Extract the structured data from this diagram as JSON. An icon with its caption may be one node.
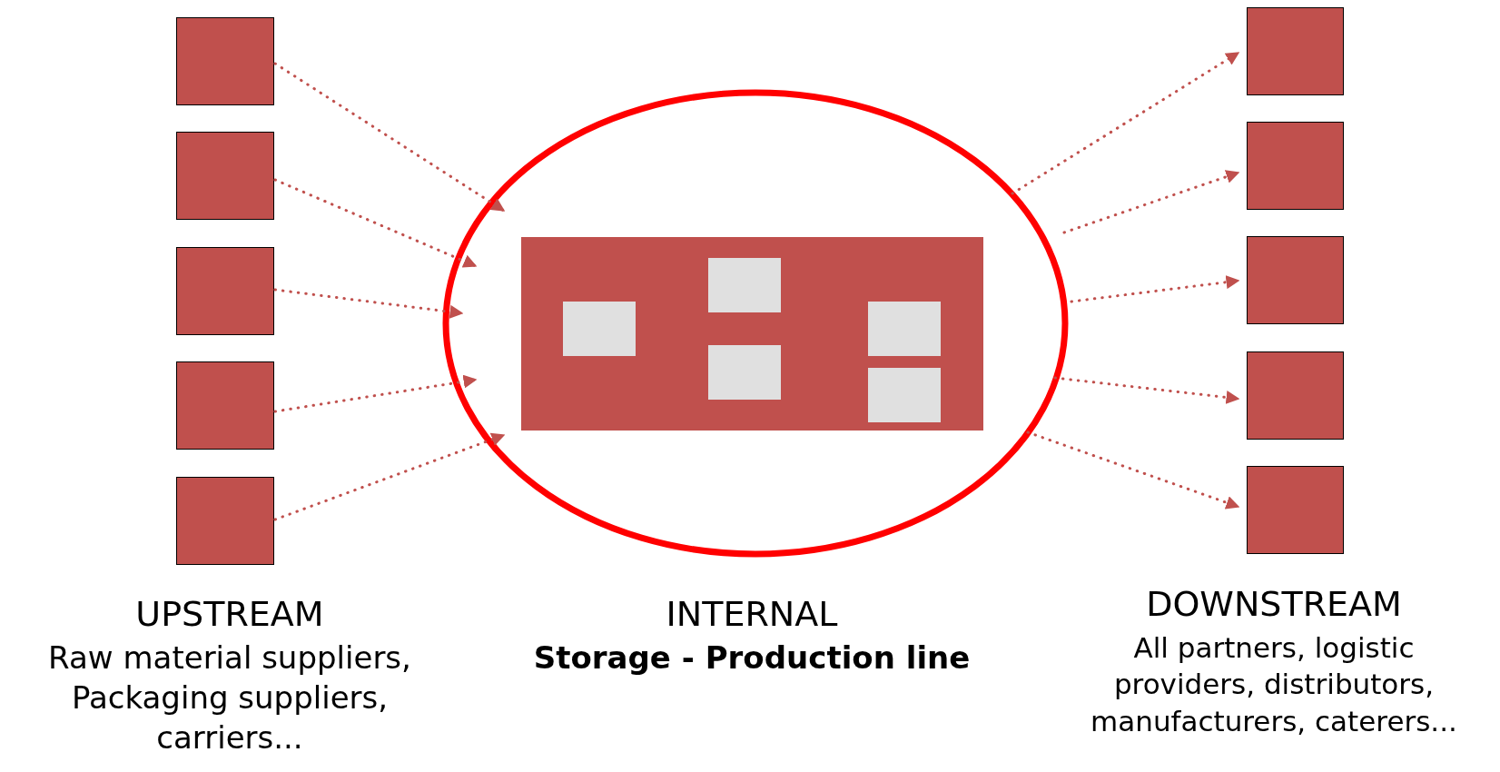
{
  "diagram": {
    "nodes": [
      {
        "text": [],
        "shape": "box"
      },
      {
        "text": [],
        "shape": "box"
      },
      {
        "text": [],
        "shape": "box"
      },
      {
        "text": [],
        "shape": "box"
      },
      {
        "text": [],
        "shape": "box"
      },
      {
        "text": [],
        "shape": "circle"
      },
      {
        "text": [],
        "shape": "box",
        "in": 5
      },
      {
        "text": [],
        "shape": "box",
        "in": 6
      },
      {
        "text": [],
        "shape": "box",
        "in": 6
      },
      {
        "text": [],
        "shape": "box",
        "in": 6
      },
      {
        "text": [],
        "shape": "box",
        "in": 6
      },
      {
        "text": [],
        "shape": "box",
        "in": 6
      },
      {
        "text": [],
        "shape": "box"
      },
      {
        "text": [],
        "shape": "box"
      },
      {
        "text": [],
        "shape": "box"
      },
      {
        "text": [],
        "shape": "box"
      },
      {
        "text": [],
        "shape": "box"
      }
    ],
    "edges": [
      {
        "from": 0,
        "to": 5,
        "arrow": "to",
        "style": "dashed"
      },
      {
        "from": 1,
        "to": 5,
        "arrow": "to",
        "style": "dashed"
      },
      {
        "from": 2,
        "to": 5,
        "arrow": "to",
        "style": "dashed"
      },
      {
        "from": 3,
        "to": 5,
        "arrow": "to",
        "style": "dashed"
      },
      {
        "from": 4,
        "to": 5,
        "arrow": "to",
        "style": "dashed"
      },
      {
        "from": 5,
        "to": 12,
        "arrow": "to",
        "style": "dashed"
      },
      {
        "from": 5,
        "to": 13,
        "arrow": "to",
        "style": "dashed"
      },
      {
        "from": 5,
        "to": 14,
        "arrow": "to",
        "style": "dashed"
      },
      {
        "from": 5,
        "to": 15,
        "arrow": "to",
        "style": "dashed"
      },
      {
        "from": 5,
        "to": 16,
        "arrow": "to",
        "style": "dashed"
      }
    ],
    "labels": [
      "UPSTREAM",
      "Raw material suppliers, Packaging suppliers, carriers...",
      "INTERNAL",
      "Storage - Production line",
      "DOWNSTREAM",
      "All partners, logistic providers, distributors, manufacturers, caterers..."
    ]
  }
}
